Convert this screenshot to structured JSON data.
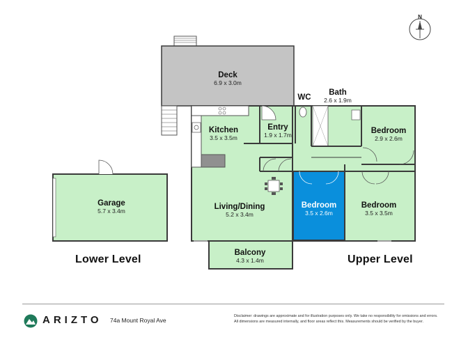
{
  "compass": {
    "letter": "N"
  },
  "rooms": {
    "deck": {
      "name": "Deck",
      "dims": "6.9 x 3.0m"
    },
    "garage": {
      "name": "Garage",
      "dims": "5.7 x 3.4m"
    },
    "kitchen": {
      "name": "Kitchen",
      "dims": "3.5 x 3.5m"
    },
    "entry": {
      "name": "Entry",
      "dims": "1.9 x 1.7m"
    },
    "wc": {
      "name": "WC"
    },
    "bath": {
      "name": "Bath",
      "dims": "2.6 x 1.9m"
    },
    "bedroom_ne": {
      "name": "Bedroom",
      "dims": "2.9 x 2.6m"
    },
    "living": {
      "name": "Living/Dining",
      "dims": "5.2 x 3.4m"
    },
    "bedroom_mid": {
      "name": "Bedroom",
      "dims": "3.5 x 2.6m"
    },
    "bedroom_se": {
      "name": "Bedroom",
      "dims": "3.5 x 3.5m"
    },
    "balcony": {
      "name": "Balcony",
      "dims": "4.3 x 1.4m"
    }
  },
  "levels": {
    "lower": "Lower Level",
    "upper": "Upper Level"
  },
  "footer": {
    "brand": "ARIZTO",
    "address": "74a Mount Royal Ave",
    "disclaimer_line1": "Disclaimer: drawings are approximate and for illustration purposes only. We take no responsibility for omissions and errors.",
    "disclaimer_line2": "All dimensions are measured internally, and floor areas reflect this. Measurements should be verified by the buyer."
  },
  "colors": {
    "room_fill": "#c8f0c8",
    "highlight_fill": "#0a8fdc",
    "deck_fill": "#c4c4c4",
    "wall": "#3a3a3a",
    "logo_green": "#1f7a5a"
  }
}
